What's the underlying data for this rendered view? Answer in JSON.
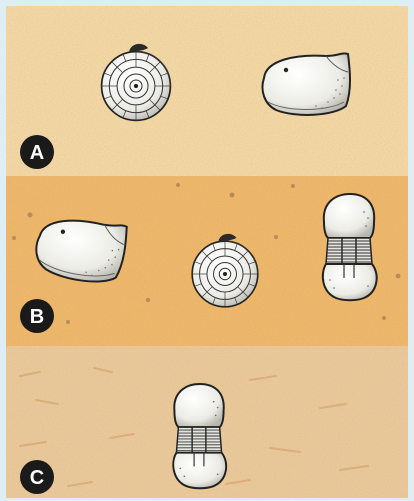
{
  "colors": {
    "frame": "#dfeef5",
    "layer_a": "#f4d9a6",
    "layer_b": "#f0b86a",
    "layer_c": "#eac99a",
    "badge": "#1a1a1a",
    "fossil_outline": "#222222",
    "fossil_fill": "#f7f7f3"
  },
  "layers": [
    {
      "label": "A",
      "fossils": [
        "ammonite",
        "clam"
      ]
    },
    {
      "label": "B",
      "fossils": [
        "clam",
        "ammonite",
        "trilobite"
      ]
    },
    {
      "label": "C",
      "fossils": [
        "trilobite"
      ]
    }
  ]
}
